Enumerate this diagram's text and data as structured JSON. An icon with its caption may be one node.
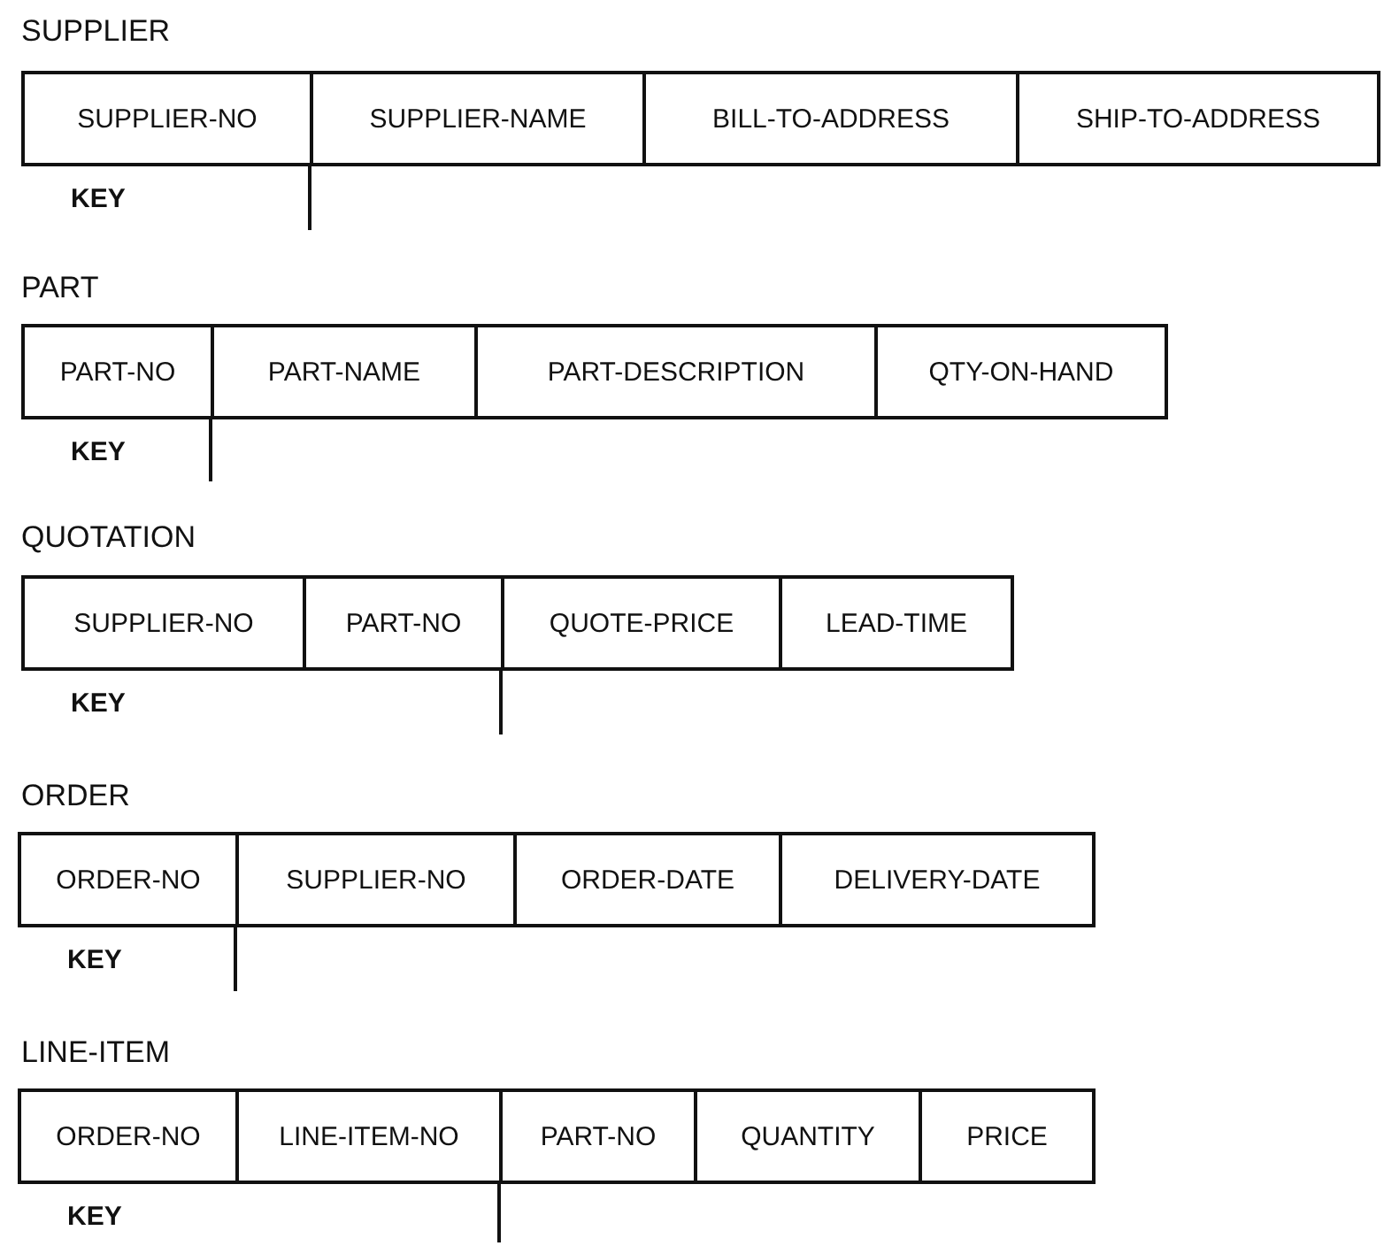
{
  "diagram": {
    "nodes": [
      {
        "text": [
          "SUPPLIER"
        ],
        "beside": [
          "KEY"
        ]
      },
      {
        "text": [
          "SUPPLIER-NO"
        ],
        "in": 0
      },
      {
        "text": [
          "SUPPLIER-NAME"
        ],
        "in": 0
      },
      {
        "text": [
          "BILL-TO-ADDRESS"
        ],
        "in": 0
      },
      {
        "text": [
          "SHIP-TO-ADDRESS"
        ],
        "in": 0
      },
      {
        "text": [
          "PART"
        ],
        "beside": [
          "KEY"
        ]
      },
      {
        "text": [
          "PART-NO"
        ],
        "in": 5
      },
      {
        "text": [
          "PART-NAME"
        ],
        "in": 5
      },
      {
        "text": [
          "PART-DESCRIPTION"
        ],
        "in": 5
      },
      {
        "text": [
          "QTY-ON-HAND"
        ],
        "in": 5
      },
      {
        "text": [
          "QUOTATION"
        ],
        "beside": [
          "KEY"
        ]
      },
      {
        "text": [
          "SUPPLIER-NO"
        ],
        "in": 10
      },
      {
        "text": [
          "PART-NO"
        ],
        "in": 10
      },
      {
        "text": [
          "QUOTE-PRICE"
        ],
        "in": 10
      },
      {
        "text": [
          "LEAD-TIME"
        ],
        "in": 10
      },
      {
        "text": [
          "ORDER"
        ],
        "beside": [
          "KEY"
        ]
      },
      {
        "text": [
          "ORDER-NO"
        ],
        "in": 15
      },
      {
        "text": [
          "SUPPLIER-NO"
        ],
        "in": 15
      },
      {
        "text": [
          "ORDER-DATE"
        ],
        "in": 15
      },
      {
        "text": [
          "DELIVERY-DATE"
        ],
        "in": 15
      },
      {
        "text": [
          "LINE-ITEM"
        ],
        "beside": [
          "KEY"
        ]
      },
      {
        "text": [
          "ORDER-NO"
        ],
        "in": 20
      },
      {
        "text": [
          "LINE-ITEM-NO"
        ],
        "in": 20
      },
      {
        "text": [
          "PART-NO"
        ],
        "in": 20
      },
      {
        "text": [
          "QUANTITY"
        ],
        "in": 20
      },
      {
        "text": [
          "PRICE"
        ],
        "in": 20
      }
    ]
  }
}
